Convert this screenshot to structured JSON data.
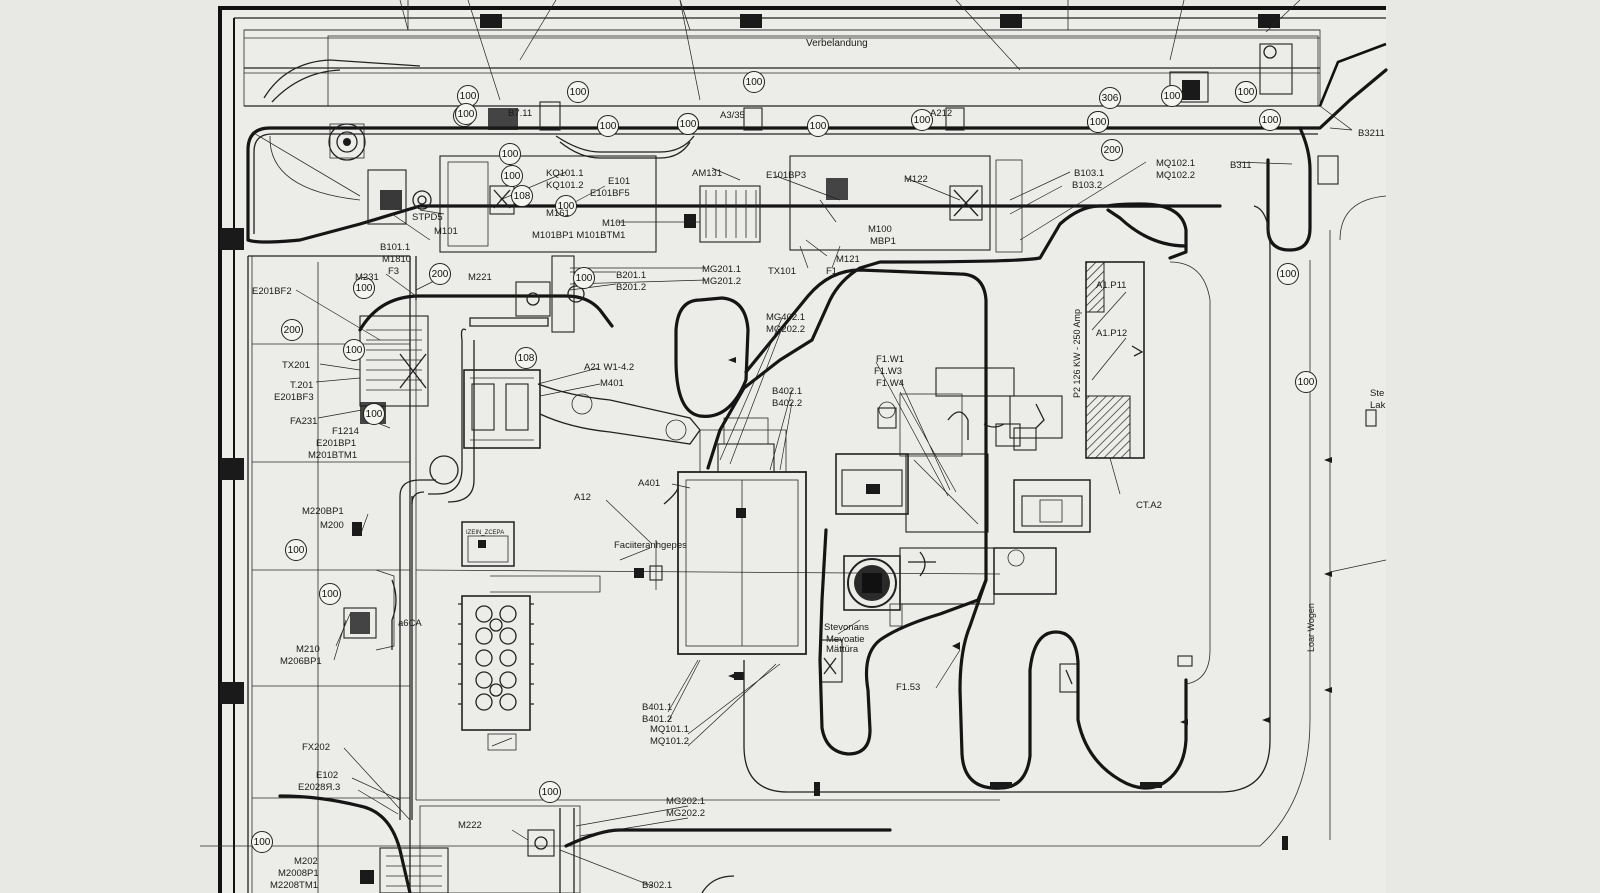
{
  "title": "Verbelandung",
  "bubbles": [
    "100",
    "100",
    "100",
    "100",
    "100",
    "100",
    "100",
    "100",
    "100",
    "100",
    "100",
    "100",
    "100",
    "100",
    "100",
    "100",
    "100",
    "100",
    "100",
    "100",
    "100",
    "100",
    "100",
    "100",
    "100",
    "306",
    "200",
    "200",
    "200",
    "108",
    "108",
    "100",
    "100",
    "100",
    "100"
  ],
  "labels": {
    "l1": "B101.1",
    "l2": "M101",
    "l3": "STPD5",
    "l4": "KQ101.1",
    "l5": "KQ101.2",
    "l6": "E101",
    "l7": "E101BF5",
    "l8": "M161",
    "l9": "M101",
    "l10": "M101BP1 M101BTM1",
    "l11": "AM131",
    "l12": "E101BP3",
    "l13": "M122",
    "l14": "B103.1",
    "l15": "B103.2",
    "l16": "MQ102.1",
    "l17": "MQ102.2",
    "l18": "B311",
    "l19": "B3211",
    "l20": "M100",
    "l21": "MBP1",
    "l22": "M121",
    "l23": "TX101",
    "l24": "F1",
    "l25": "E201BF2",
    "l26": "M231",
    "l27": "F3",
    "l28": "M221",
    "l29": "B201.1",
    "l30": "B201.2",
    "l31": "MG201.1",
    "l32": "MG201.2",
    "l33": "TX201",
    "l34": "T.201",
    "l35": "E201BF3",
    "l36": "FA231",
    "l37": "F1214",
    "l38": "E201BP1",
    "l39": "M201BTM1",
    "l40": "A21 W1-4.2",
    "l41": "M401",
    "l42": "MG402.1",
    "l43": "MG202.2",
    "l44": "B402.1",
    "l45": "B402.2",
    "l46": "F1.W1",
    "l47": "F1.W3",
    "l48": "F1.W4",
    "l49": "A1.P11",
    "l50": "A1.P12",
    "l51": "CT.A2",
    "l52": "A401",
    "l53": "A12",
    "l54": "Faciiteranhgepes",
    "l55": "M220BP1",
    "l56": "M200",
    "l57": "M210",
    "l58": "M206BP1",
    "l59": "a6CA",
    "l60": "Stevonans",
    "l61": "Mevoatie",
    "l62": "Mättüra",
    "l63": "F1.53",
    "l64": "B401.1",
    "l65": "B401.2",
    "l66": "MQ101.1",
    "l67": "MQ101.2",
    "l68": "FX202",
    "l69": "E102",
    "l70": "E2028Я.3",
    "l71": "MG202.1",
    "l72": "MG202.2",
    "l73": "M222",
    "l74": "M202",
    "l75": "M2008P1",
    "l76": "M2208TM1",
    "l77": "B302.1",
    "l78": "B7.11",
    "l79": "A3/35",
    "l80": "A212",
    "l81": "Ste",
    "l82": "Lak",
    "l83": "M1810",
    "l84": "IZEIN_ZCEPA"
  },
  "vertical_labels": {
    "power": "P2   126 KW - 250 Amp",
    "wagon": "Loar Wogen"
  }
}
